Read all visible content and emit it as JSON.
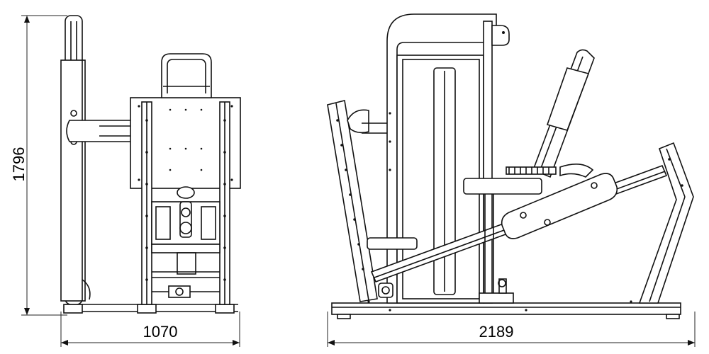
{
  "dimensions": {
    "height_label": "1796",
    "front_width_label": "1070",
    "side_length_label": "2189"
  },
  "colors": {
    "line": "#111111",
    "background": "#ffffff"
  }
}
